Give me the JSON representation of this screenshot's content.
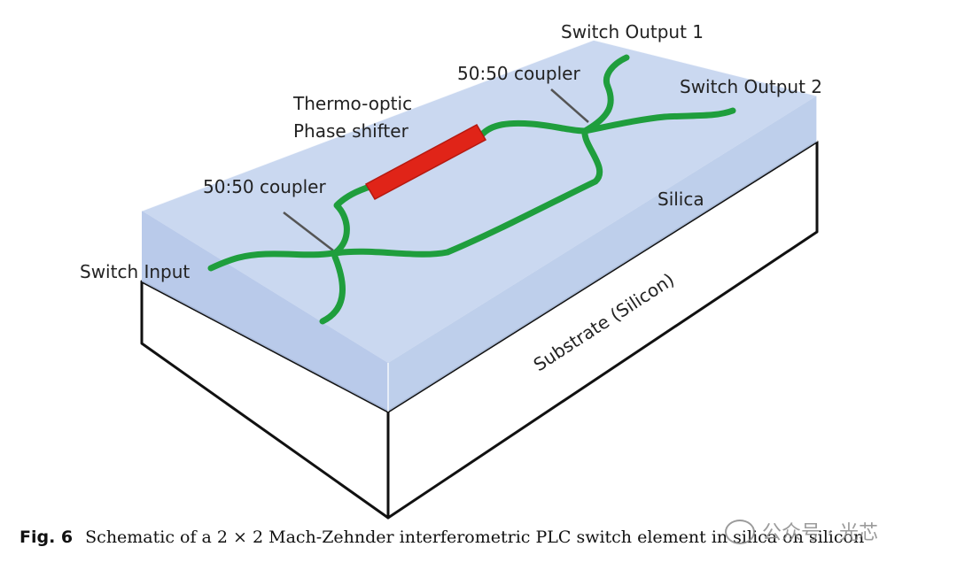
{
  "labels": {
    "output1": "Switch Output 1",
    "output2": "Switch Output 2",
    "coupler_top": "50:50 coupler",
    "coupler_left": "50:50 coupler",
    "shifter_line1": "Thermo-optic",
    "shifter_line2": "Phase shifter",
    "silica": "Silica",
    "input": "Switch Input",
    "substrate": "Substrate (Silicon)"
  },
  "caption": {
    "fig_num": "Fig. 6",
    "text": "Schematic of a 2 × 2 Mach-Zehnder interferometric PLC switch element in silica on silicon"
  },
  "watermark": "公众号 · 光芯",
  "colors": {
    "silica_fill": "#c5d5ef",
    "waveguide": "#1f9e3d",
    "phase_shifter": "#e02418",
    "substrate": "#ffffff",
    "outline": "#111111"
  }
}
